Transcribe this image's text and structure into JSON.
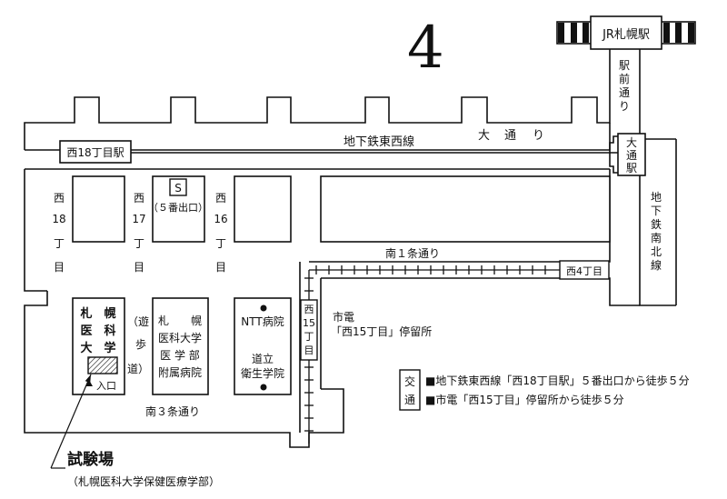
{
  "colors": {
    "ink": "#111111",
    "paper": "#ffffff"
  },
  "icons": {
    "north": "north-arrow-4-icon",
    "entrance": "triangle-up-icon",
    "hatch": "hatched-building-icon",
    "dot": "filled-dot-icon"
  },
  "north_mark": "4",
  "stations": {
    "jr_sapporo": "JR札幌駅",
    "nishi18": "西18丁目駅",
    "odori": [
      "大",
      "通",
      "駅"
    ],
    "nishi4": "西4丁目"
  },
  "streets": {
    "ekimae": [
      "駅",
      "前",
      "通",
      "り"
    ],
    "odori": [
      "大",
      "通",
      "り"
    ],
    "subway_tozai": "地下鉄東西線",
    "subway_nanboku": [
      "地",
      "下",
      "鉄",
      "南",
      "北",
      "線"
    ],
    "minami1": "南１条通り",
    "minami3": "南３条通り",
    "nishi18": [
      "西",
      "18",
      "丁",
      "目"
    ],
    "nishi17": [
      "西",
      "17",
      "丁",
      "目"
    ],
    "nishi16": [
      "西",
      "16",
      "丁",
      "目"
    ],
    "nishi15": [
      "西",
      "15",
      "丁",
      "目"
    ],
    "promenade": [
      "（遊",
      "歩",
      "道）"
    ]
  },
  "exit": {
    "symbol": "S",
    "label": "（５番出口）"
  },
  "buildings": {
    "univ": [
      "札　幌",
      "医　科",
      "大　学"
    ],
    "hospital": [
      "札　　幌",
      "医科大学",
      "医 学 部",
      "附属病院"
    ],
    "ntt": "NTT病院",
    "eisei": [
      "道立",
      "衛生学院"
    ],
    "entrance": "入口"
  },
  "tram": {
    "title": "市電",
    "stop": "「西15丁目」停留所"
  },
  "access": {
    "heading": [
      "交",
      "通"
    ],
    "lines": [
      "■地下鉄東西線「西18丁目駅」５番出口から徒歩５分",
      "■市電「西15丁目」停留所から徒歩５分"
    ]
  },
  "venue": {
    "title": "試験場",
    "subtitle": "（札幌医科大学保健医療学部）"
  }
}
